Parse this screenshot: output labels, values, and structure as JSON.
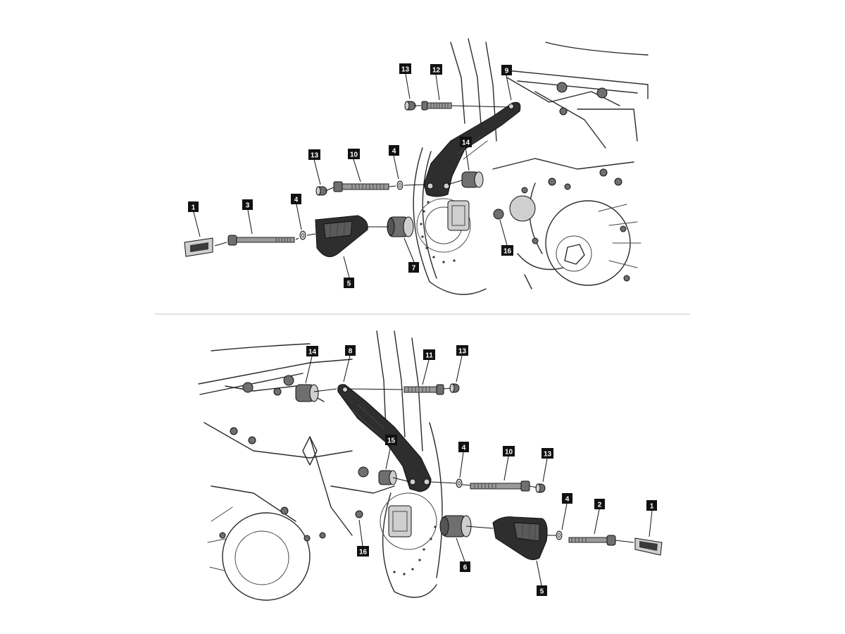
{
  "diagram": {
    "top_callouts": [
      {
        "id": "t1",
        "label": "1"
      },
      {
        "id": "t3",
        "label": "3"
      },
      {
        "id": "t4a",
        "label": "4"
      },
      {
        "id": "t5",
        "label": "5"
      },
      {
        "id": "t7",
        "label": "7"
      },
      {
        "id": "t13a",
        "label": "13"
      },
      {
        "id": "t10",
        "label": "10"
      },
      {
        "id": "t4b",
        "label": "4"
      },
      {
        "id": "t14",
        "label": "14"
      },
      {
        "id": "t13b",
        "label": "13"
      },
      {
        "id": "t12",
        "label": "12"
      },
      {
        "id": "t9",
        "label": "9"
      },
      {
        "id": "t16",
        "label": "16"
      }
    ],
    "bottom_callouts": [
      {
        "id": "b14",
        "label": "14"
      },
      {
        "id": "b8",
        "label": "8"
      },
      {
        "id": "b11",
        "label": "11"
      },
      {
        "id": "b13a",
        "label": "13"
      },
      {
        "id": "b15",
        "label": "15"
      },
      {
        "id": "b4a",
        "label": "4"
      },
      {
        "id": "b10",
        "label": "10"
      },
      {
        "id": "b13b",
        "label": "13"
      },
      {
        "id": "b4b",
        "label": "4"
      },
      {
        "id": "b2",
        "label": "2"
      },
      {
        "id": "b1",
        "label": "1"
      },
      {
        "id": "b16",
        "label": "16"
      },
      {
        "id": "b6",
        "label": "6"
      },
      {
        "id": "b5",
        "label": "5"
      }
    ],
    "colors": {
      "callout_bg": "#111111",
      "callout_text": "#ffffff",
      "line": "#2a2a2a",
      "divider": "#d9d9d9"
    }
  }
}
